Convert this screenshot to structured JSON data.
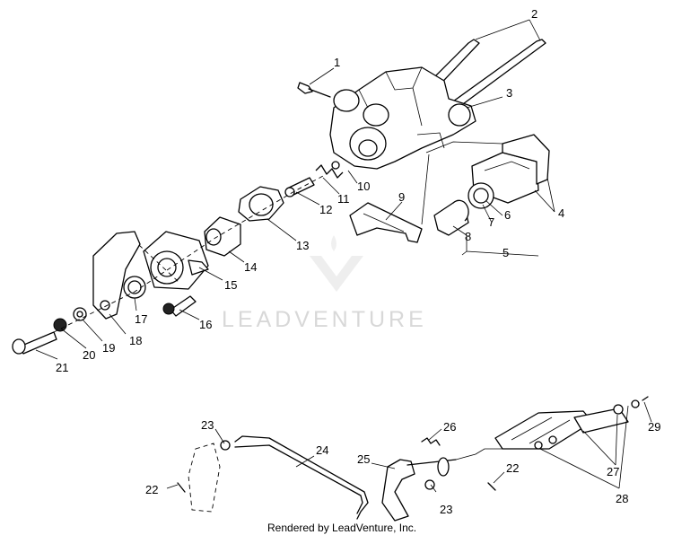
{
  "watermark": {
    "text": "LEADVENTURE"
  },
  "footer": {
    "text": "Rendered by LeadVenture, Inc."
  },
  "callouts": [
    {
      "id": "c1",
      "label": "1"
    },
    {
      "id": "c2",
      "label": "2"
    },
    {
      "id": "c3",
      "label": "3"
    },
    {
      "id": "c4",
      "label": "4"
    },
    {
      "id": "c5",
      "label": "5"
    },
    {
      "id": "c6",
      "label": "6"
    },
    {
      "id": "c7",
      "label": "7"
    },
    {
      "id": "c8",
      "label": "8"
    },
    {
      "id": "c9",
      "label": "9"
    },
    {
      "id": "c10",
      "label": "10"
    },
    {
      "id": "c11",
      "label": "11"
    },
    {
      "id": "c12",
      "label": "12"
    },
    {
      "id": "c13",
      "label": "13"
    },
    {
      "id": "c14",
      "label": "14"
    },
    {
      "id": "c15",
      "label": "15"
    },
    {
      "id": "c16",
      "label": "16"
    },
    {
      "id": "c17",
      "label": "17"
    },
    {
      "id": "c18",
      "label": "18"
    },
    {
      "id": "c19",
      "label": "19"
    },
    {
      "id": "c20",
      "label": "20"
    },
    {
      "id": "c21",
      "label": "21"
    },
    {
      "id": "c22a",
      "label": "22"
    },
    {
      "id": "c22b",
      "label": "22"
    },
    {
      "id": "c23a",
      "label": "23"
    },
    {
      "id": "c23b",
      "label": "23"
    },
    {
      "id": "c24",
      "label": "24"
    },
    {
      "id": "c25",
      "label": "25"
    },
    {
      "id": "c26",
      "label": "26"
    },
    {
      "id": "c27",
      "label": "27"
    },
    {
      "id": "c28",
      "label": "28"
    },
    {
      "id": "c29",
      "label": "29"
    }
  ]
}
